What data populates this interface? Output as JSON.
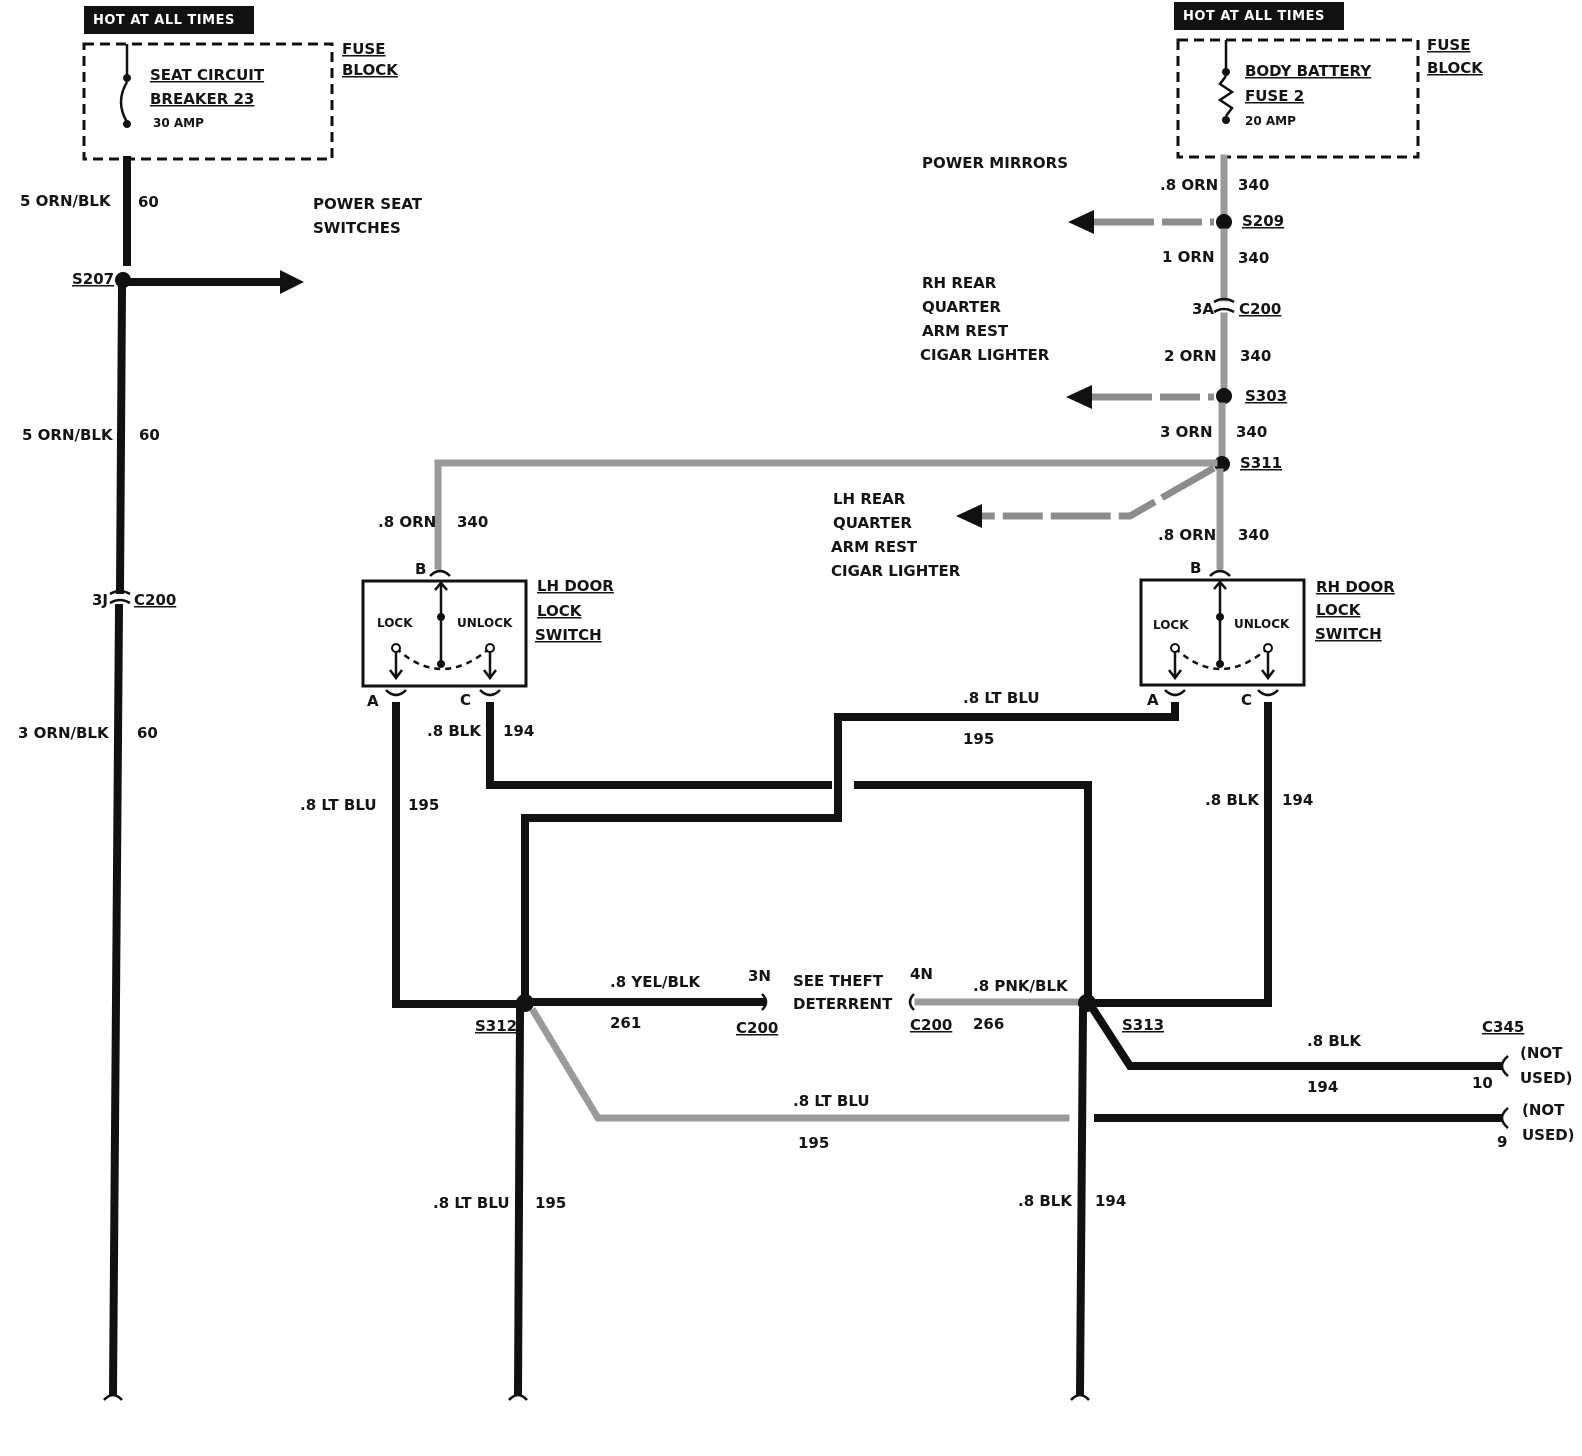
{
  "left": {
    "hot_label": "HOT AT ALL TIMES",
    "breaker_line1": "SEAT CIRCUIT",
    "breaker_line2": "BREAKER 23",
    "breaker_amp": "30 AMP",
    "fuse_block_line1": "FUSE",
    "fuse_block_line2": "BLOCK",
    "power_seat_line1": "POWER SEAT",
    "power_seat_line2": "SWITCHES",
    "splice": "S207",
    "connector": "C200",
    "connector_pin": "3J",
    "wire1_color": "5 ORN/BLK",
    "wire1_circuit": "60",
    "wire2_color": "5 ORN/BLK",
    "wire2_circuit": "60",
    "wire3_color": "3 ORN/BLK",
    "wire3_circuit": "60"
  },
  "right": {
    "hot_label": "HOT AT ALL TIMES",
    "fuse_line1": "BODY BATTERY",
    "fuse_line2": "FUSE 2",
    "fuse_amp": "20 AMP",
    "fuse_block_line1": "FUSE",
    "fuse_block_line2": "BLOCK",
    "power_mirrors": "POWER MIRRORS",
    "rh_cigar_line1": "RH REAR",
    "rh_cigar_line2": "QUARTER",
    "rh_cigar_line3": "ARM REST",
    "rh_cigar_line4": "CIGAR LIGHTER",
    "lh_cigar_line1": "LH REAR",
    "lh_cigar_line2": "QUARTER",
    "lh_cigar_line3": "ARM REST",
    "lh_cigar_line4": "CIGAR LIGHTER",
    "splice_s209": "S209",
    "splice_s303": "S303",
    "splice_s311": "S311",
    "connector": "C200",
    "connector_pin": "3A",
    "w1_color": ".8 ORN",
    "w1_circuit": "340",
    "w2_color": "1 ORN",
    "w2_circuit": "340",
    "w3_color": "2 ORN",
    "w3_circuit": "340",
    "w4_color": "3 ORN",
    "w4_circuit": "340",
    "w5_color": ".8 ORN",
    "w5_circuit": "340",
    "lh_feed_color": ".8 ORN",
    "lh_feed_circuit": "340"
  },
  "lh_switch": {
    "title_line1": "LH DOOR",
    "title_line2": "LOCK",
    "title_line3": "SWITCH",
    "lock": "LOCK",
    "unlock": "UNLOCK",
    "pin_a": "A",
    "pin_b": "B",
    "pin_c": "C"
  },
  "rh_switch": {
    "title_line1": "RH DOOR",
    "title_line2": "LOCK",
    "title_line3": "SWITCH",
    "lock": "LOCK",
    "unlock": "UNLOCK",
    "pin_a": "A",
    "pin_b": "B",
    "pin_c": "C"
  },
  "wires": {
    "lh_a_color": ".8 LT  BLU",
    "lh_a_circuit": "195",
    "lh_c_color": ".8 BLK",
    "lh_c_circuit": "194",
    "rh_a_color": ".8 LT BLU",
    "rh_a_circuit": "195",
    "rh_c_color": ".8 BLK",
    "rh_c_circuit": "194",
    "yel_color": ".8 YEL/BLK",
    "yel_circuit": "261",
    "yel_pin": "3N",
    "yel_conn": "C200",
    "pnk_color": ".8 PNK/BLK",
    "pnk_circuit": "266",
    "pnk_pin": "4N",
    "pnk_conn": "C200",
    "theft_line1": "SEE THEFT",
    "theft_line2": "DETERRENT",
    "s312": "S312",
    "s313": "S313",
    "c345": "C345",
    "blk_right_color": ".8 BLK",
    "blk_right_circuit": "194",
    "blk_right_pin": "10",
    "ltblu_mid_color": ".8 LT BLU",
    "ltblu_mid_circuit": "195",
    "ltblu_mid_pin": "9",
    "not_used1_line1": "(NOT",
    "not_used1_line2": "USED)",
    "not_used2_line1": "(NOT",
    "not_used2_line2": "USED)",
    "bottom_ltblu_color": ".8 LT BLU",
    "bottom_ltblu_circuit": "195",
    "bottom_blk_color": ".8 BLK",
    "bottom_blk_circuit": "194"
  }
}
